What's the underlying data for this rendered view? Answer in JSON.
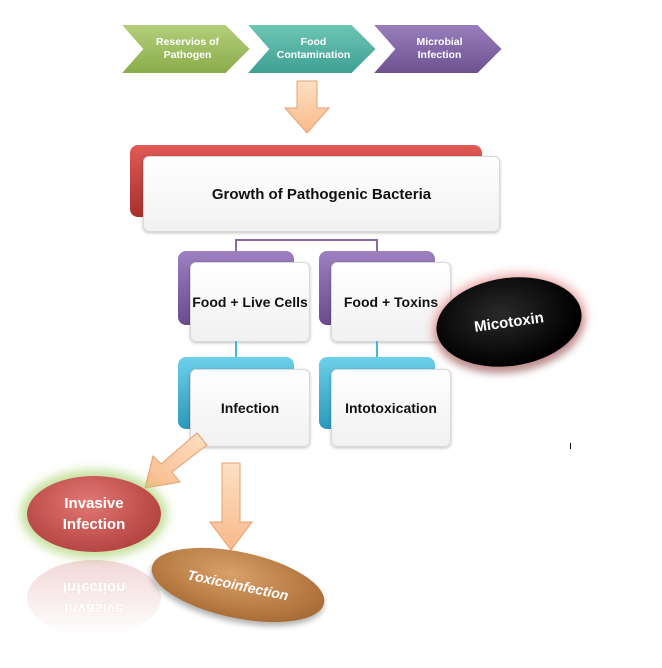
{
  "process_steps": [
    {
      "label": "Reservios of Pathogen",
      "color": "#9bbb59"
    },
    {
      "label": "Food Contamination",
      "color": "#4bacc6"
    },
    {
      "label": "Microbial Infection",
      "color": "#8064a2"
    }
  ],
  "hierarchy": {
    "root": {
      "label": "Growth of Pathogenic Bacteria",
      "accent": "#c0504d"
    },
    "branches": [
      {
        "label": "Food + Live Cells",
        "accent": "#8064a2",
        "child": {
          "label": "Infection",
          "accent": "#4bacc6"
        }
      },
      {
        "label": "Food + Toxins",
        "accent": "#8064a2",
        "child": {
          "label": "Intotoxication",
          "accent": "#4bacc6"
        }
      }
    ]
  },
  "callouts": {
    "micotoxin": "Micotoxin",
    "invasive_infection": "Invasive Infection",
    "toxicoinfection": "Toxicoinfection"
  },
  "colors": {
    "arrow": "#fac090",
    "invasive": "#c0504d",
    "toxico": "#c0874a",
    "micotoxin": "#000000"
  }
}
